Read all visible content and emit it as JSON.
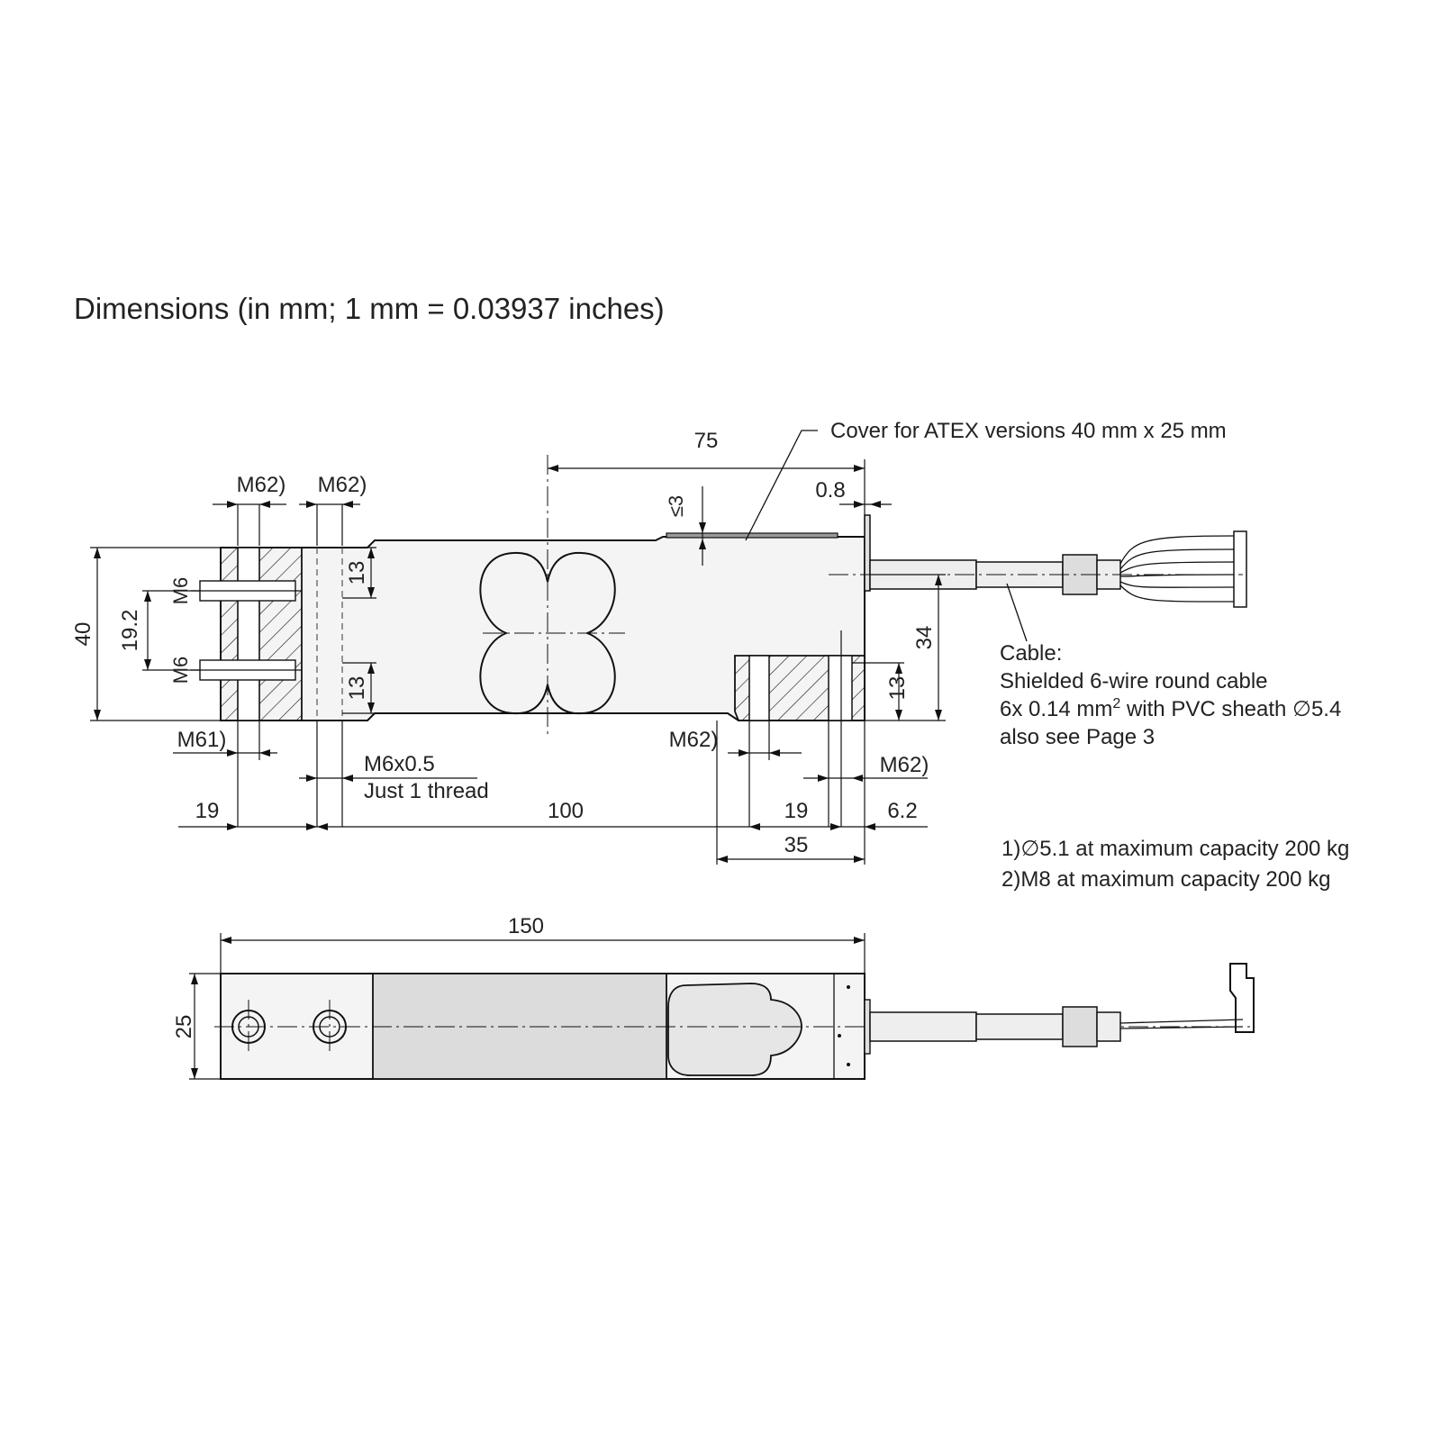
{
  "title": "Dimensions (in mm; 1 mm = 0.03937 inches)",
  "notes": {
    "cover": "Cover for ATEX versions 40 mm x 25 mm",
    "cable_title": "Cable:",
    "cable_line1": "Shielded 6-wire round cable",
    "cable_line2_pre": "6x 0.14 mm",
    "cable_line2_sup": "2",
    "cable_line2_post": " with PVC sheath ∅5.4",
    "cable_line3": "also see Page 3",
    "footnote1": "1)∅5.1 at maximum capacity 200 kg",
    "footnote2": "2)M8 at maximum capacity 200 kg",
    "thread_line1": "M6x0.5",
    "thread_line2": "Just 1 thread"
  },
  "dimensions": {
    "top_75": "75",
    "cover_gap": "≤3",
    "flange_08": "0.8",
    "thread_m62_a": "M62)",
    "thread_m62_b": "M62)",
    "thread_m62_c": "M62)",
    "thread_m62_d": "M62)",
    "thread_m61": "M61)",
    "thread_m6_a": "M6",
    "thread_m6_b": "M6",
    "height_40": "40",
    "pitch_192": "19.2",
    "gap_13_a": "13",
    "gap_13_b": "13",
    "gap_13_c": "13",
    "height_34": "34",
    "dist_19_left": "19",
    "dist_100": "100",
    "dist_19_right": "19",
    "dist_62": "6.2",
    "dist_35": "35",
    "length_150": "150",
    "width_25": "25"
  }
}
